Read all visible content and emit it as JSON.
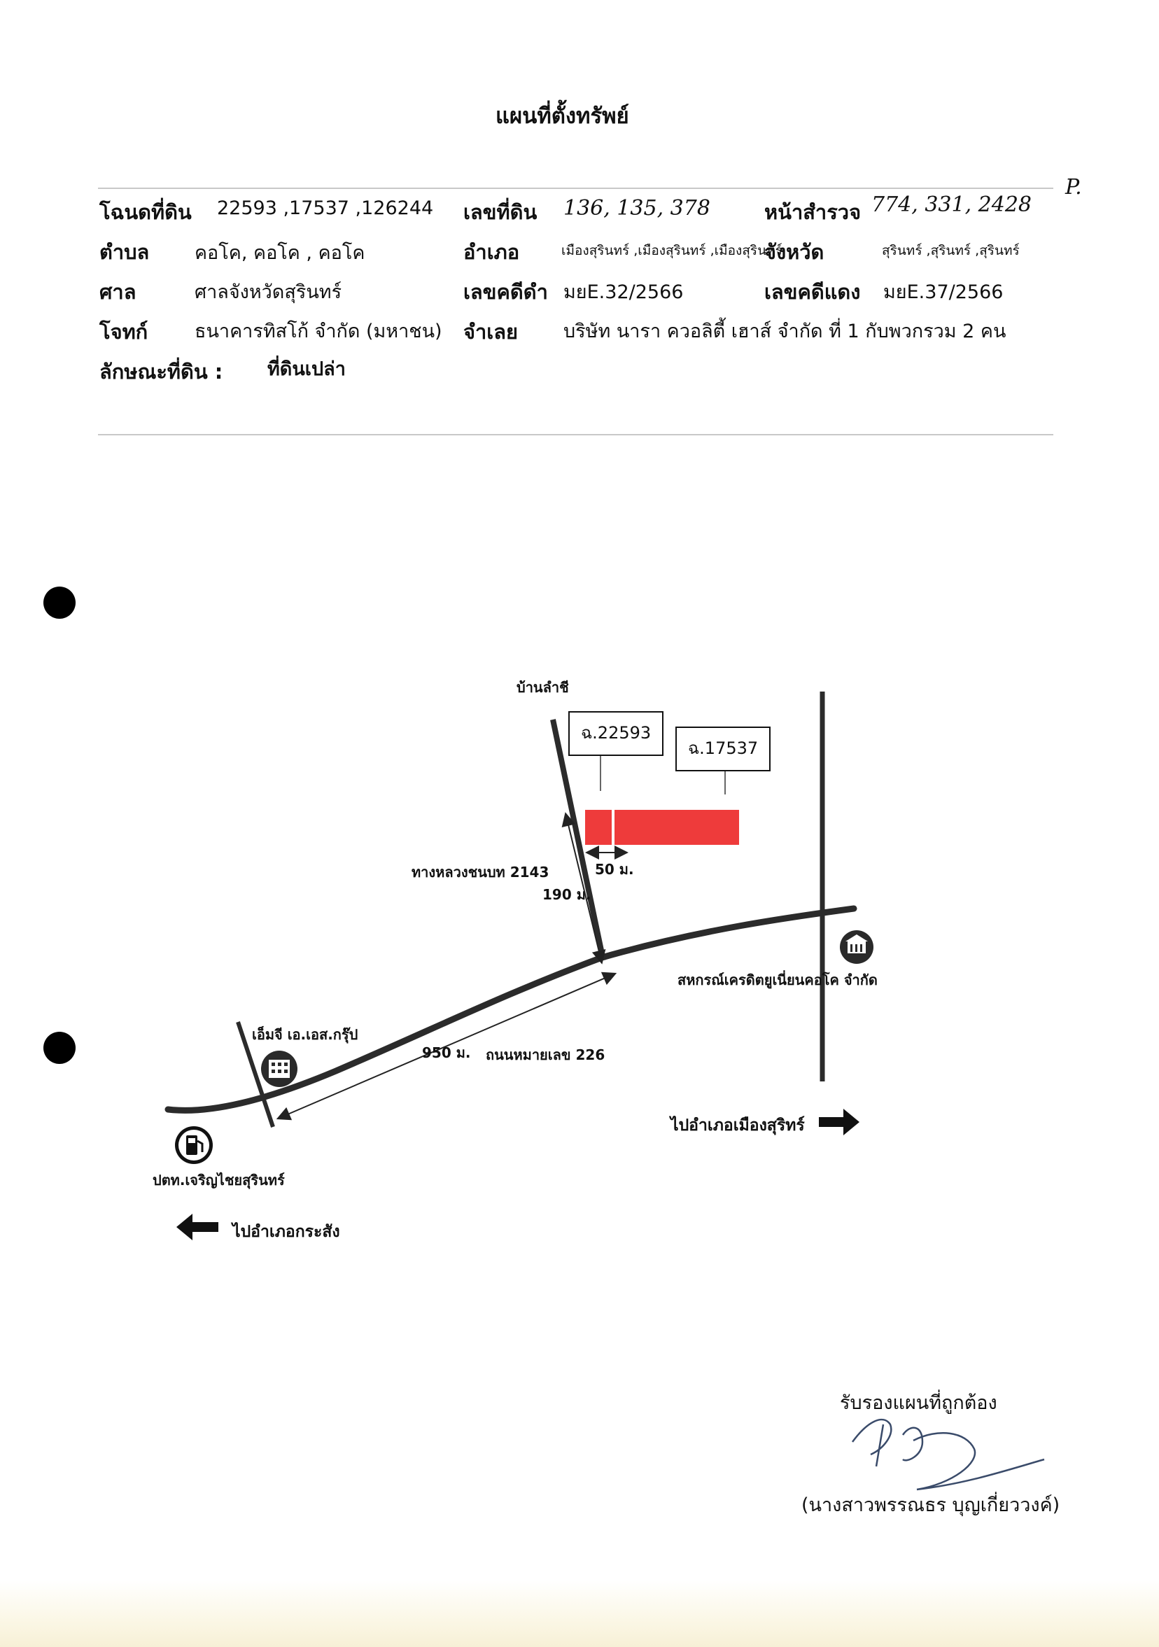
{
  "title": "แผนที่ตั้งทรัพย์",
  "info": {
    "deed_label": "โฉนดที่ดิน",
    "deed_value": "22593 ,17537 ,126244",
    "land_no_label": "เลขที่ดิน",
    "land_no_value": "136, 135, 378",
    "survey_page_label": "หน้าสำรวจ",
    "survey_page_value": "774, 331, 2428",
    "subdistrict_label": "ตำบล",
    "subdistrict_value": "คอโค, คอโค , คอโค",
    "district_label": "อำเภอ",
    "district_value": "เมืองสุรินทร์ ,เมืองสุรินทร์ ,เมืองสุรินทร์",
    "province_label": "จังหวัด",
    "province_value": "สุรินทร์ ,สุรินทร์ ,สุรินทร์",
    "court_label": "ศาล",
    "court_value": "ศาลจังหวัดสุรินทร์",
    "black_case_label": "เลขคดีดำ",
    "black_case_value": "มยE.32/2566",
    "red_case_label": "เลขคดีแดง",
    "red_case_value": "มยE.37/2566",
    "plaintiff_label": "โจทก์",
    "plaintiff_value": "ธนาคารทิสโก้ จำกัด (มหาชน)",
    "defendant_label": "จำเลย",
    "defendant_value": "บริษัท   นารา ควอลิตี้ เฮาส์ จำกัด  ที่ 1  กับพวกรวม 2 คน",
    "land_type_label": "ลักษณะที่ดิน :",
    "land_type_value": "ที่ดินเปล่า",
    "margin_mark": "P."
  },
  "map": {
    "village": "บ้านลำชี",
    "parcel_1": "ฉ.22593",
    "parcel_2": "ฉ.17537",
    "local_road": "ทางหลวงชนบท 2143",
    "dist_190": "190 ม.",
    "dist_50": "50 ม.",
    "cooperative": "สหกรณ์เครดิตยูเนี่ยนคอโค จำกัด",
    "company": "เอ็มจี เอ.เอส.กรุ๊ป",
    "dist_950": "950 ม.",
    "main_road": "ถนนหมายเลข 226",
    "gas_station": "ปตท.เจริญไชยสุรินทร์",
    "to_muang": "ไปอำเภอเมืองสุริทร์",
    "to_krasang": "ไปอำเภอกระสัง",
    "icons": [
      "building-icon",
      "office-building-icon",
      "fuel-pump-icon",
      "arrow-right-icon",
      "arrow-left-icon"
    ],
    "parcel_color": "#ee3b3b"
  },
  "signature": {
    "certify_text": "รับรองแผนที่ถูกต้อง",
    "signer_name": "(นางสาวพรรณธร บุญเกี่ยววงค์)"
  }
}
